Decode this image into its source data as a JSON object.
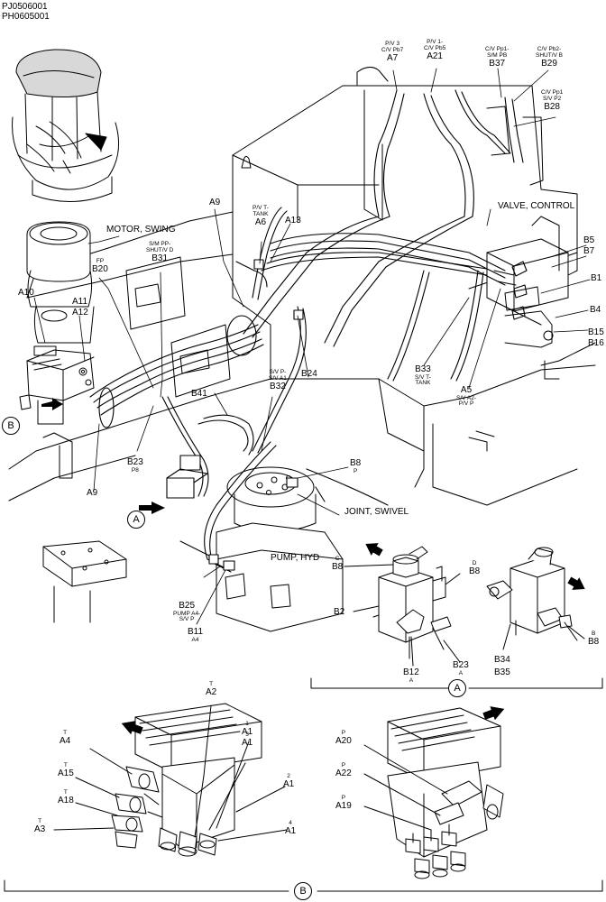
{
  "header": {
    "line1": "PJ0506001",
    "line2": "PH0605001"
  },
  "titles": {
    "motor_swing": "MOTOR, SWING",
    "valve_control": "VALVE, CONTROL",
    "joint_swivel": "JOINT, SWIVEL",
    "pump_hyd": "PUMP, HYD"
  },
  "view_markers": {
    "a": "A",
    "b": "B"
  },
  "main_labels": [
    {
      "id": "a7",
      "code": "A7",
      "desc": "P/V 3\nC/V Pb7"
    },
    {
      "id": "a21",
      "code": "A21",
      "desc": "P/V 1-\nC/V Pb5"
    },
    {
      "id": "b37",
      "code": "B37",
      "desc": "C/V Pp1-\nS/M PB"
    },
    {
      "id": "b29",
      "code": "B29",
      "desc": "C/V Pb2-\nSHUT/V B"
    },
    {
      "id": "b28",
      "code": "B28",
      "desc": "C/V Pp1\nS/V P2"
    },
    {
      "id": "a9top",
      "code": "A9",
      "desc": ""
    },
    {
      "id": "a6",
      "code": "A6",
      "desc": "P/V T-\nTANK"
    },
    {
      "id": "a13",
      "code": "A13",
      "desc": ""
    },
    {
      "id": "b20",
      "code": "B20",
      "desc": "FP"
    },
    {
      "id": "b31",
      "code": "B31",
      "desc": "S/M PP-\nSHUT/V D"
    },
    {
      "id": "a10",
      "code": "A10",
      "desc": ""
    },
    {
      "id": "a11",
      "code": "A11",
      "desc": ""
    },
    {
      "id": "a12",
      "code": "A12",
      "desc": ""
    },
    {
      "id": "b5",
      "code": "B5",
      "desc": ""
    },
    {
      "id": "b7",
      "code": "B7",
      "desc": ""
    },
    {
      "id": "b1",
      "code": "B1",
      "desc": ""
    },
    {
      "id": "b4",
      "code": "B4",
      "desc": ""
    },
    {
      "id": "b15",
      "code": "B15",
      "desc": ""
    },
    {
      "id": "b16",
      "code": "B16",
      "desc": ""
    },
    {
      "id": "b24",
      "code": "B24",
      "desc": ""
    },
    {
      "id": "b33",
      "code": "B33",
      "desc": "S/V T-\nTANK"
    },
    {
      "id": "a5",
      "code": "A5",
      "desc": "S/V A2-\nP/V P"
    },
    {
      "id": "b41",
      "code": "B41",
      "desc": ""
    },
    {
      "id": "b32",
      "code": "B32",
      "desc": "S/V P-\nS/V A1"
    },
    {
      "id": "b23main",
      "code": "B23",
      "desc": "P8"
    },
    {
      "id": "b8main",
      "code": "B8",
      "desc": "P"
    },
    {
      "id": "a9left",
      "code": "A9",
      "desc": ""
    },
    {
      "id": "b25",
      "code": "B25",
      "desc": "PUMP A4-\nS/V P"
    },
    {
      "id": "b11",
      "code": "B11",
      "desc": "A4"
    }
  ],
  "detail_a_labels": [
    {
      "id": "da_b8c",
      "code": "B8",
      "desc": "C"
    },
    {
      "id": "da_b8d",
      "code": "B8",
      "desc": "D"
    },
    {
      "id": "da_b2",
      "code": "B2",
      "desc": ""
    },
    {
      "id": "da_b12",
      "code": "B12",
      "desc": "A"
    },
    {
      "id": "da_b23",
      "code": "B23",
      "desc": "A"
    },
    {
      "id": "da_b34",
      "code": "B34",
      "desc": ""
    },
    {
      "id": "da_b35",
      "code": "B35",
      "desc": ""
    },
    {
      "id": "da_b8b",
      "code": "B8",
      "desc": "B"
    }
  ],
  "detail_b_left_labels": [
    {
      "id": "db_a2",
      "code": "A2",
      "desc": "T"
    },
    {
      "id": "db_a1_1",
      "code": "A1",
      "desc": "1"
    },
    {
      "id": "db_a4",
      "code": "A4",
      "desc": "T"
    },
    {
      "id": "db_a1_3",
      "code": "A1",
      "desc": "3"
    },
    {
      "id": "db_a15",
      "code": "A15",
      "desc": "T"
    },
    {
      "id": "db_a18",
      "code": "A18",
      "desc": "T"
    },
    {
      "id": "db_a3",
      "code": "A3",
      "desc": "T"
    },
    {
      "id": "db_a1_2",
      "code": "A1",
      "desc": "2"
    },
    {
      "id": "db_a1_4",
      "code": "A1",
      "desc": "4"
    }
  ],
  "detail_b_right_labels": [
    {
      "id": "db_a20",
      "code": "A20",
      "desc": "P"
    },
    {
      "id": "db_a22",
      "code": "A22",
      "desc": "P"
    },
    {
      "id": "db_a19",
      "code": "A19",
      "desc": "P"
    }
  ]
}
